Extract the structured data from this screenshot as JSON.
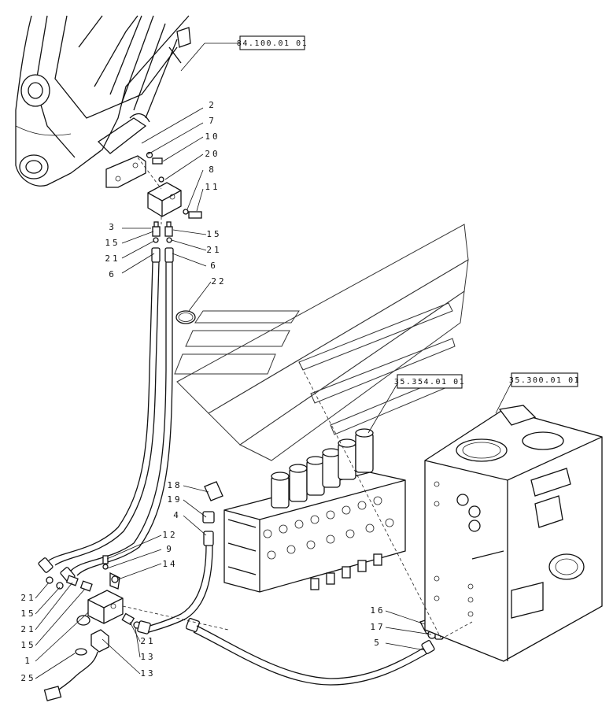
{
  "references": [
    {
      "id": "ref-boom",
      "text": "84.100.01 01"
    },
    {
      "id": "ref-valve",
      "text": "35.354.01 01"
    },
    {
      "id": "ref-tank",
      "text": "35.300.01 01"
    }
  ],
  "callouts": [
    "2",
    "7",
    "10",
    "20",
    "8",
    "11",
    "3",
    "15",
    "15",
    "21",
    "21",
    "6",
    "6",
    "22",
    "18",
    "19",
    "4",
    "12",
    "9",
    "14",
    "21",
    "15",
    "21",
    "15",
    "1",
    "21",
    "13",
    "25",
    "13",
    "16",
    "17",
    "5"
  ]
}
